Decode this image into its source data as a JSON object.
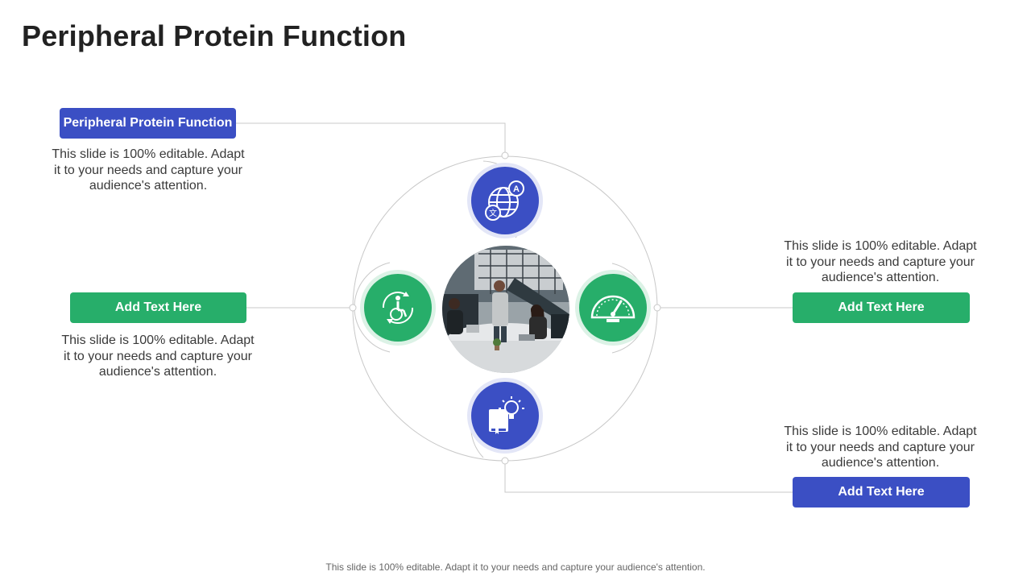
{
  "slide": {
    "title": "Peripheral Protein Function",
    "footer": "This slide is 100% editable. Adapt it to your needs and capture your audience's attention."
  },
  "items": [
    {
      "label": "Peripheral Protein Function",
      "description": "This slide is 100% editable. Adapt it to your needs and capture your audience's attention.",
      "color": "#3b4fc4",
      "icon": "translation-globe-icon"
    },
    {
      "label": "Add Text Here",
      "description": "This slide is 100% editable. Adapt it to your needs and capture your audience's attention.",
      "color": "#27ae6a",
      "icon": "accessibility-icon"
    },
    {
      "label": "Add Text Here",
      "description": "This slide is 100% editable. Adapt it to your needs and capture your audience's attention.",
      "color": "#27ae6a",
      "icon": "speedometer-icon"
    },
    {
      "label": "Add Text Here",
      "description": "This slide is 100% editable. Adapt it to your needs and capture your audience's attention.",
      "color": "#3b4fc4",
      "icon": "book-lightbulb-icon"
    }
  ],
  "colors": {
    "blue": "#3b4fc4",
    "green": "#27ae6a",
    "line": "#c8c8c8"
  }
}
